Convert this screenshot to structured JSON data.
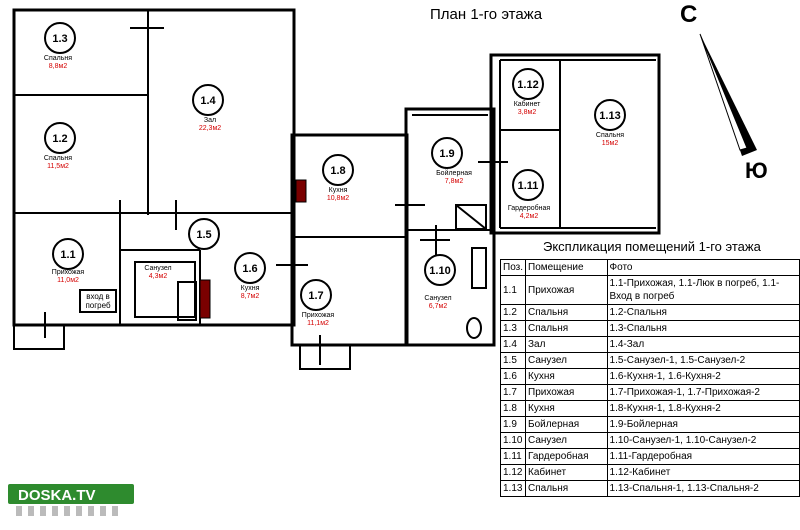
{
  "page": {
    "title": "План 1-го этажа"
  },
  "compass": {
    "north": "С",
    "south": "Ю"
  },
  "rooms": [
    {
      "id": "1.1",
      "name": "Прихожая",
      "area": "11,0м2"
    },
    {
      "id": "1.2",
      "name": "Спальня",
      "area": "11,5м2"
    },
    {
      "id": "1.3",
      "name": "Спальня",
      "area": "8,8м2"
    },
    {
      "id": "1.4",
      "name": "Зал",
      "area": "22,3м2"
    },
    {
      "id": "1.5",
      "name": "Санузел",
      "area": "4,3м2"
    },
    {
      "id": "1.6",
      "name": "Кухня",
      "area": "8,7м2"
    },
    {
      "id": "1.7",
      "name": "Прихожая",
      "area": "11,1м2"
    },
    {
      "id": "1.8",
      "name": "Кухня",
      "area": "10,8м2"
    },
    {
      "id": "1.9",
      "name": "Бойлерная",
      "area": "7,8м2"
    },
    {
      "id": "1.10",
      "name": "Санузел",
      "area": "6,7м2"
    },
    {
      "id": "1.11",
      "name": "Гардеробная",
      "area": "4,2м2"
    },
    {
      "id": "1.12",
      "name": "Кабинет",
      "area": "3,8м2"
    },
    {
      "id": "1.13",
      "name": "Спальня",
      "area": "15м2"
    }
  ],
  "hatch_label_1": "вход в",
  "hatch_label_2": "погреб",
  "explication": {
    "title": "Экспликация помещений 1-го этажа",
    "headers": [
      "Поз.",
      "Помещение",
      "Фото"
    ],
    "rows": [
      {
        "pos": "1.1",
        "room": "Прихожая",
        "photo": "1.1-Прихожая, 1.1-Люк в погреб, 1.1-Вход в погреб"
      },
      {
        "pos": "1.2",
        "room": "Спальня",
        "photo": "1.2-Спальня"
      },
      {
        "pos": "1.3",
        "room": "Спальня",
        "photo": "1.3-Спальня"
      },
      {
        "pos": "1.4",
        "room": "Зал",
        "photo": "1.4-Зал"
      },
      {
        "pos": "1.5",
        "room": "Санузел",
        "photo": "1.5-Санузел-1, 1.5-Санузел-2"
      },
      {
        "pos": "1.6",
        "room": "Кухня",
        "photo": "1.6-Кухня-1, 1.6-Кухня-2"
      },
      {
        "pos": "1.7",
        "room": "Прихожая",
        "photo": "1.7-Прихожая-1, 1.7-Прихожая-2"
      },
      {
        "pos": "1.8",
        "room": "Кухня",
        "photo": "1.8-Кухня-1, 1.8-Кухня-2"
      },
      {
        "pos": "1.9",
        "room": "Бойлерная",
        "photo": "1.9-Бойлерная"
      },
      {
        "pos": "1.10",
        "room": "Санузел",
        "photo": "1.10-Санузел-1, 1.10-Санузел-2"
      },
      {
        "pos": "1.11",
        "room": "Гардеробная",
        "photo": "1.11-Гардеробная"
      },
      {
        "pos": "1.12",
        "room": "Кабинет",
        "photo": "1.12-Кабинет"
      },
      {
        "pos": "1.13",
        "room": "Спальня",
        "photo": "1.13-Спальня-1, 1.13-Спальня-2"
      }
    ]
  },
  "logo": {
    "text": "DOSKA.TV",
    "accent": "#2e8b2e"
  },
  "colors": {
    "area_text": "#d40000",
    "wall": "#000000"
  }
}
